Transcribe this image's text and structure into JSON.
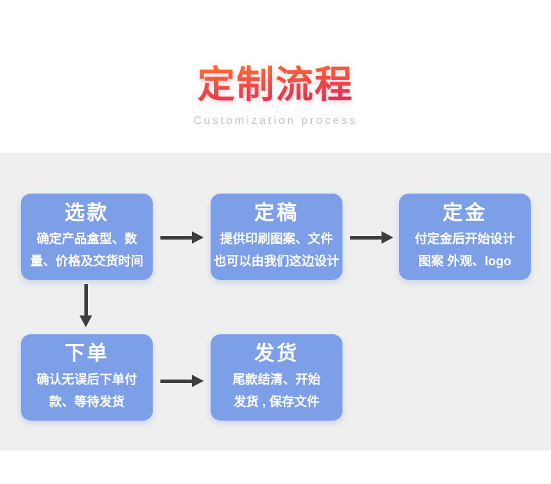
{
  "header": {
    "title": "定制流程",
    "subtitle": "Customization process"
  },
  "colors": {
    "title_grad_top": "#fa6a33",
    "title_grad_bottom": "#e62e53",
    "subtitle_gray": "#c3c3c3",
    "band_gray": "#efefef",
    "box_blue": "#7d9fe8",
    "box_text": "#ffffff",
    "arrow_dark": "#3d3d3d"
  },
  "flow": {
    "steps": [
      {
        "title": "选款",
        "body": "确定产品盒型、数\n量、价格及交货时间"
      },
      {
        "title": "定稿",
        "body": "提供印刷图案、文件\n也可以由我们这边设计"
      },
      {
        "title": "定金",
        "body": "付定金后开始设计\n图案 外观、logo"
      },
      {
        "title": "下单",
        "body": "确认无误后下单付\n款、等待发货"
      },
      {
        "title": "发货",
        "body": "尾款结清、开始\n发货 , 保存文件"
      }
    ]
  }
}
